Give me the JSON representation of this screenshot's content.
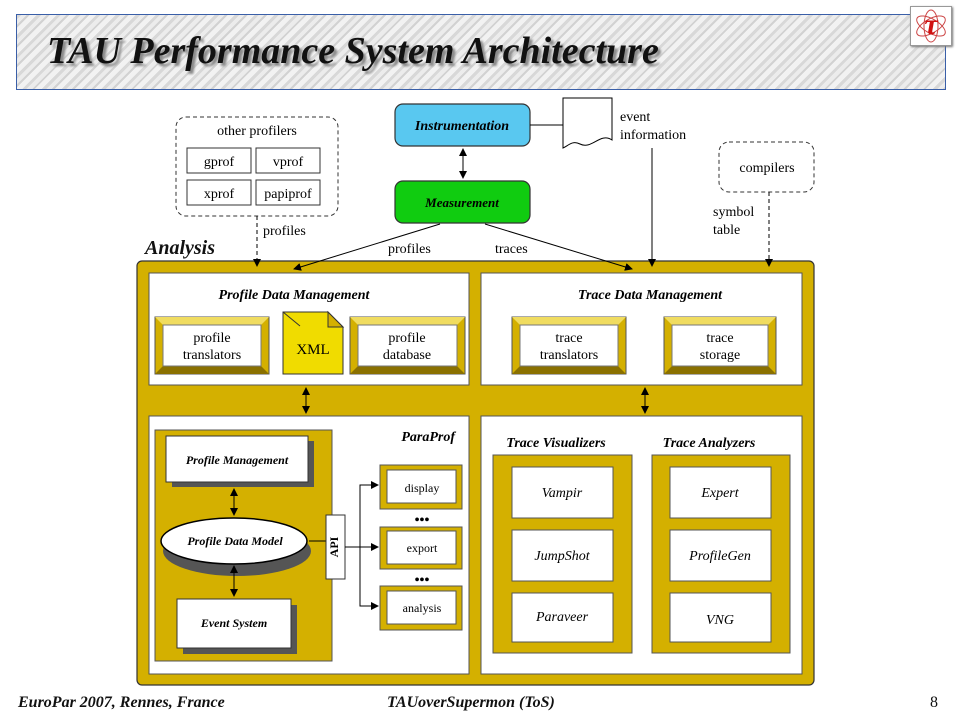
{
  "title": "TAU Performance System Architecture",
  "logo": "τ",
  "footer": {
    "left": "EuroPar 2007, Rennes, France",
    "center": "TAUoverSupermon (ToS)",
    "page": "8"
  },
  "colors": {
    "gold": "#d4b000",
    "blue": "#59c8f0",
    "green": "#10cc10",
    "title_border": "#3a5fa8"
  },
  "diagram": {
    "instrumentation": "Instrumentation",
    "measurement": "Measurement",
    "event_info": [
      "event",
      "information"
    ],
    "other_profilers": {
      "label": "other profilers",
      "items": [
        "gprof",
        "vprof",
        "xprof",
        "papiprof"
      ]
    },
    "compilers": "compilers",
    "symbol_table": [
      "symbol",
      "table"
    ],
    "edge_profiles_left": "profiles",
    "edge_profiles": "profiles",
    "edge_traces": "traces",
    "analysis": "Analysis",
    "profile_data_mgmt": {
      "title": "Profile Data Management",
      "translators": [
        "profile",
        "translators"
      ],
      "xml": "XML",
      "database": [
        "profile",
        "database"
      ]
    },
    "trace_data_mgmt": {
      "title": "Trace Data Management",
      "translators": [
        "trace",
        "translators"
      ],
      "storage": [
        "trace",
        "storage"
      ]
    },
    "paraprof": {
      "title": "ParaProf",
      "profile_management": "Profile Management",
      "profile_data_model": "Profile Data Model",
      "event_system": "Event System",
      "api": "API",
      "display": "display",
      "export": "export",
      "analysis": "analysis",
      "ellipsis": "•••"
    },
    "trace_visualizers": {
      "title": "Trace Visualizers",
      "items": [
        "Vampir",
        "JumpShot",
        "Paraveer"
      ]
    },
    "trace_analyzers": {
      "title": "Trace Analyzers",
      "items": [
        "Expert",
        "ProfileGen",
        "VNG"
      ]
    }
  }
}
